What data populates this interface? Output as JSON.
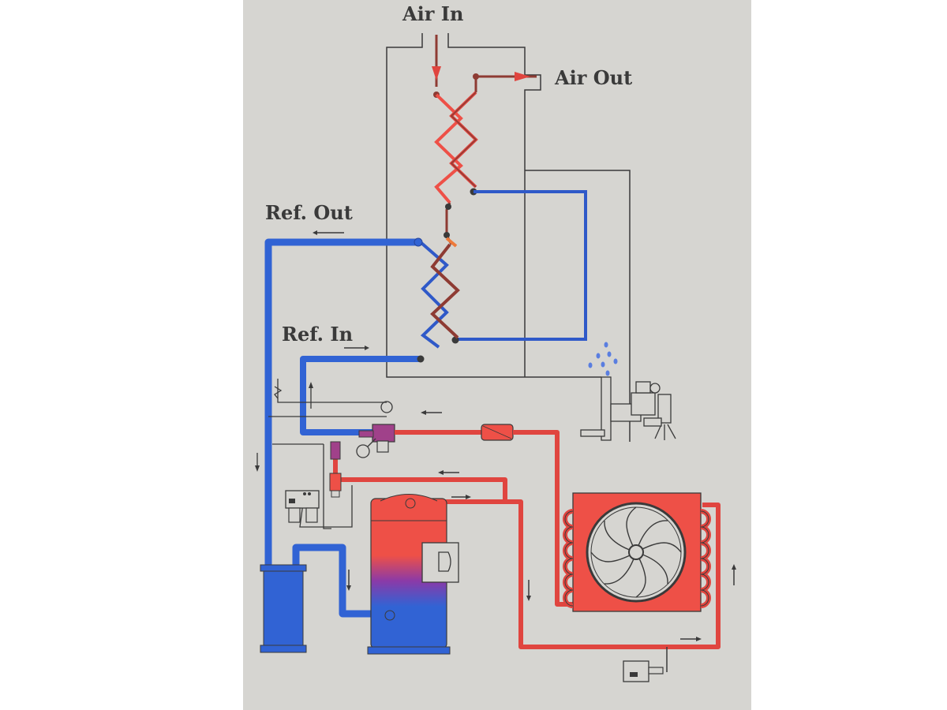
{
  "labels": {
    "air_in": "Air In",
    "air_out": "Air Out",
    "ref_out": "Ref. Out",
    "ref_in": "Ref. In"
  },
  "colors": {
    "hot": "#e0453f",
    "hot_fill": "#ee5047",
    "cold": "#2f59c8",
    "cold_fill": "#3163d4",
    "dark_red": "#8e3b33",
    "line": "#3a3a3a",
    "background": "#d6d5d1"
  },
  "icons": [
    "fan-icon",
    "compressor-icon",
    "accumulator-icon",
    "filter-drier-icon",
    "expansion-valve-icon",
    "drain-valve-icon",
    "pressure-switch-icon"
  ]
}
